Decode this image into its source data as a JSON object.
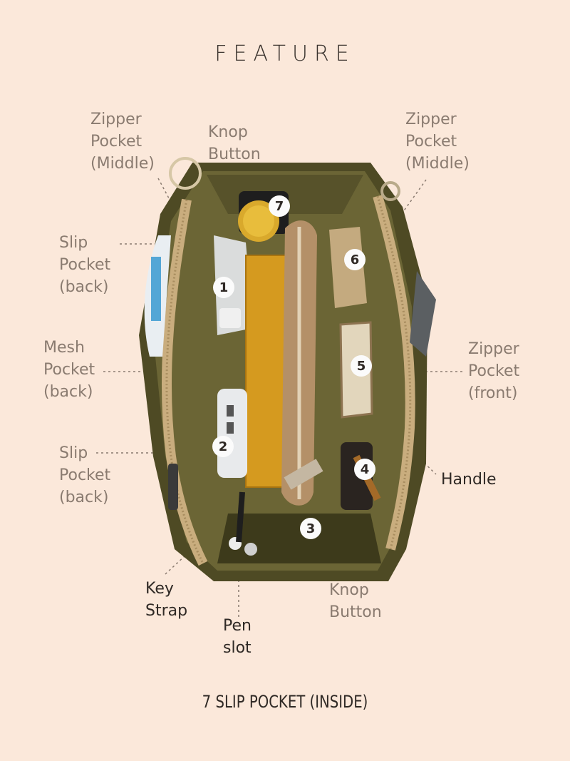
{
  "title": "FEATURE",
  "footer": "7 SLIP POCKET (INSIDE)",
  "labels": {
    "zipper_left": [
      "Zipper",
      "Pocket",
      "(Middle)"
    ],
    "knop_top": [
      "Knop",
      "Button"
    ],
    "zipper_right": [
      "Zipper",
      "Pocket",
      "(Middle)"
    ],
    "slip_back_1": [
      "Slip",
      "Pocket",
      "(back)"
    ],
    "mesh_back": [
      "Mesh",
      "Pocket",
      "(back)"
    ],
    "zipper_front": [
      "Zipper",
      "Pocket",
      "(front)"
    ],
    "slip_back_2": [
      "Slip",
      "Pocket",
      "(back)"
    ],
    "handle": [
      "Handle"
    ],
    "key_strap": [
      "Key",
      "Strap"
    ],
    "knop_bottom": [
      "Knop",
      "Button"
    ],
    "pen_slot": [
      "Pen",
      "slot"
    ]
  },
  "pocket_numbers": [
    "1",
    "2",
    "3",
    "4",
    "5",
    "6",
    "7"
  ],
  "colors": {
    "background": "#fbe8da",
    "bag": "#5f5a30",
    "zipper": "#c9ad7e",
    "felt": "#d59a1f",
    "label": "#8a7b70",
    "label_dark": "#2f2925"
  }
}
